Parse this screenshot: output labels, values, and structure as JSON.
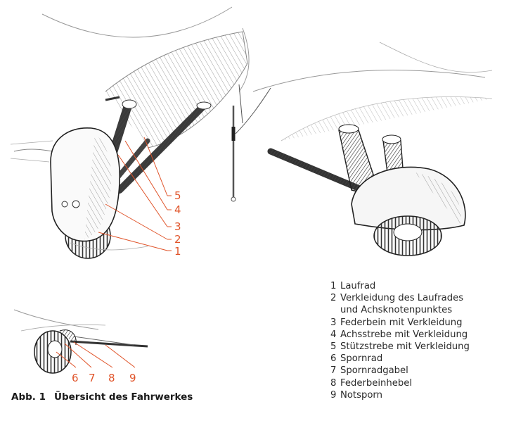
{
  "caption": {
    "figure_number": "Abb. 1",
    "title": "Übersicht des Fahrwerkes"
  },
  "colors": {
    "callout": "#e0542a",
    "ink": "#2a2a2a",
    "background": "#ffffff"
  },
  "callouts_main": [
    "1",
    "2",
    "3",
    "4",
    "5"
  ],
  "callouts_tail": [
    "6",
    "7",
    "8",
    "9"
  ],
  "legend": [
    {
      "num": "1",
      "text": "Laufrad"
    },
    {
      "num": "2",
      "text": "Verkleidung des Laufrades\nund Achsknotenpunktes"
    },
    {
      "num": "3",
      "text": "Federbein mit Verkleidung"
    },
    {
      "num": "4",
      "text": "Achsstrebe mit Verkleidung"
    },
    {
      "num": "5",
      "text": "Stützstrebe mit Verkleidung"
    },
    {
      "num": "6",
      "text": "Spornrad"
    },
    {
      "num": "7",
      "text": "Spornradgabel"
    },
    {
      "num": "8",
      "text": "Federbeinhebel"
    },
    {
      "num": "9",
      "text": "Notsporn"
    }
  ]
}
